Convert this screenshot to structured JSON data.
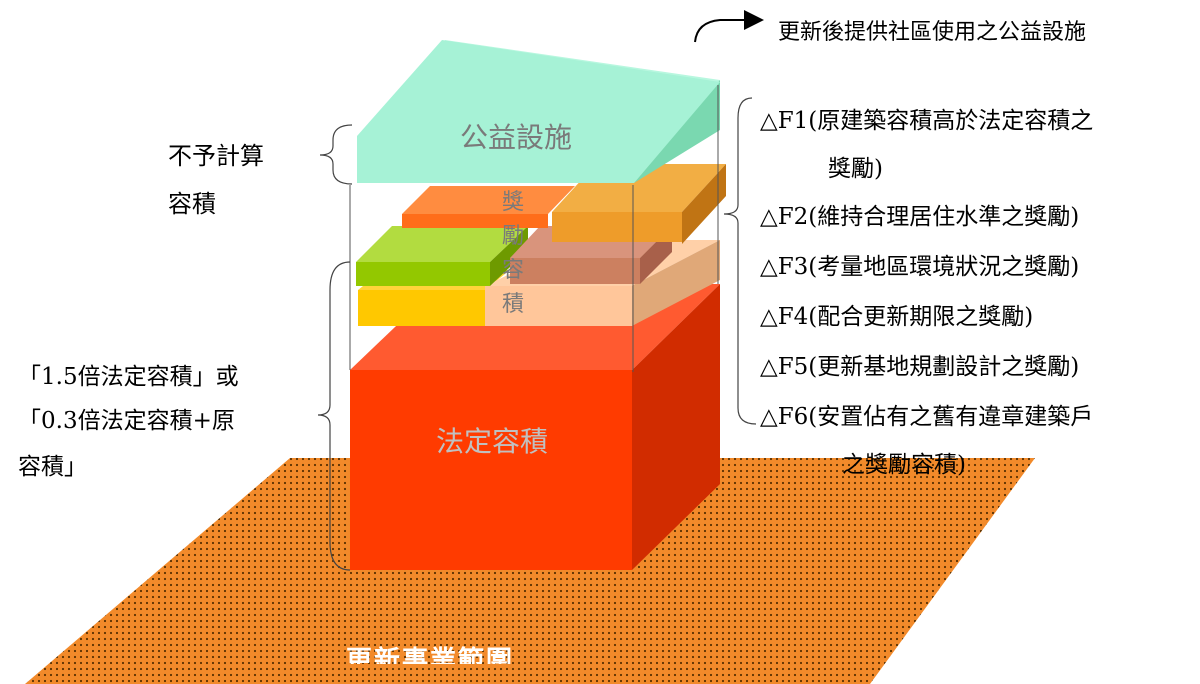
{
  "diagram": {
    "top_annotation": "更新後提供社區使用之公益設施",
    "top_block_label": "公益設施",
    "left_upper_annotation": [
      "不予計算",
      "容積"
    ],
    "left_lower_annotation": [
      "「1.5倍法定容積」或",
      "「0.3倍法定容積+原",
      "容積」"
    ],
    "bonus_label_chars": [
      "獎",
      "勵",
      "容",
      "積"
    ],
    "base_block_label": "法定容積",
    "ground_label": "更新事業範圍",
    "bonus_items": [
      "△F1(原建築容積高於法定容積之",
      "獎勵)",
      "△F2(維持合理居住水準之獎勵)",
      "△F3(考量地區環境狀況之獎勵)",
      "△F4(配合更新期限之獎勵)",
      "△F5(更新基地規劃設計之獎勵)",
      "△F6(安置佔有之舊有違章建築戶",
      "之獎勵容積)"
    ]
  },
  "colors": {
    "public_facility_front": "#a0f2d3",
    "public_facility_top": "#7fe6c2",
    "legal_far_front": "#ff3b00",
    "legal_far_side": "#d12c00",
    "ground": "#f28a2a"
  }
}
